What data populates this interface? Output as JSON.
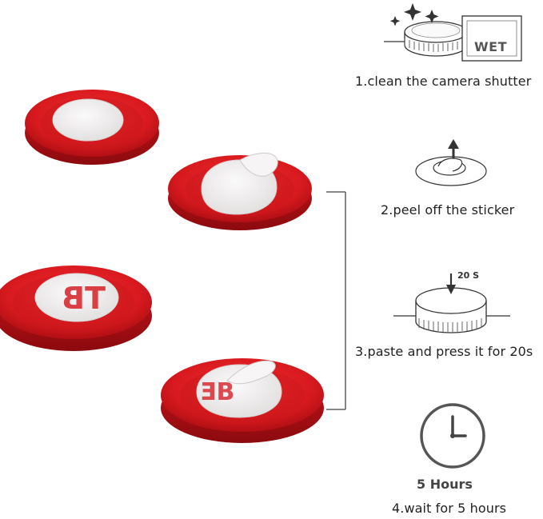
{
  "steps": [
    {
      "label": "1.clean the camera shutter",
      "icon": "wet-wipe-cleaning-icon",
      "badge": "WET"
    },
    {
      "label": "2.peel off the sticker",
      "icon": "peel-sticker-icon"
    },
    {
      "label": "3.paste and press it for 20s",
      "icon": "press-button-icon",
      "badge": "20 S"
    },
    {
      "label": "4.wait for 5 hours",
      "icon": "clock-icon",
      "caption": "5 Hours"
    }
  ],
  "colors": {
    "product_red": "#d81a1f",
    "sticker_white": "#f1efef",
    "line": "#444444"
  },
  "product_images": [
    "red-shutter-button-backing",
    "red-shutter-button-peeling",
    "red-shutter-button-3m-adhesive",
    "red-shutter-button-3m-peeling"
  ]
}
